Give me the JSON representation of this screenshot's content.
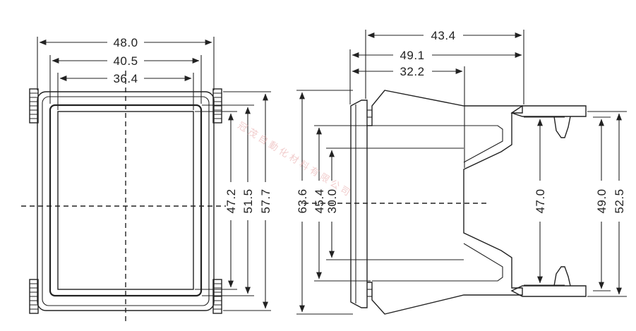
{
  "front_view": {
    "width_outer": "48.0",
    "width_mid": "40.5",
    "width_inner": "36.4",
    "height_inner": "47.2",
    "height_mid": "51.5",
    "height_outer": "57.7"
  },
  "side_view": {
    "depth_total": "43.4",
    "depth_mid": "49.1",
    "depth_short": "32.2",
    "height_flange": "63.6",
    "height_body": "45.4",
    "height_core": "30.0",
    "height_clip_inner": "47.0",
    "height_clip_mid": "49.0",
    "height_clip_outer": "52.5"
  },
  "watermark": "冠 茂 自 動 化 材 料 有 限 公 司"
}
